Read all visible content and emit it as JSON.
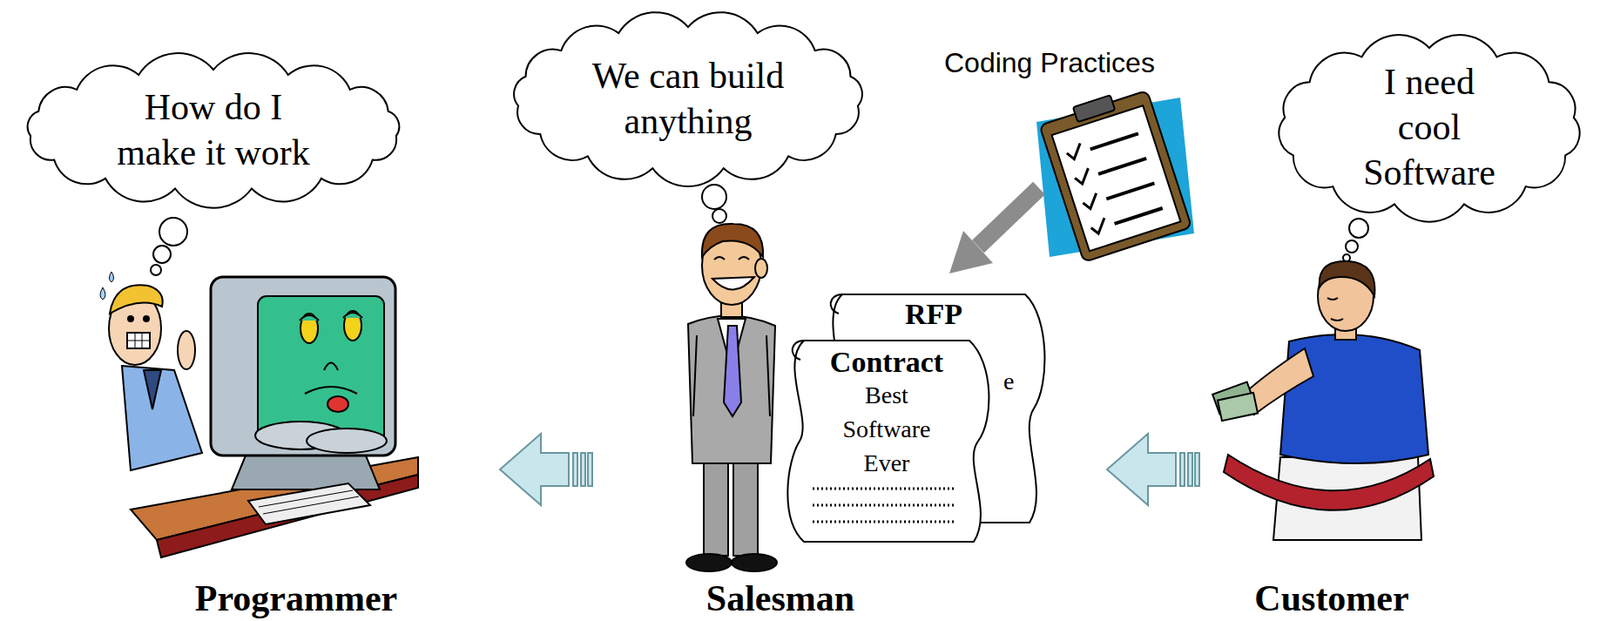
{
  "diagram": {
    "nodes": [
      {
        "text": [
          "How do I make it work"
        ]
      },
      {
        "text": [
          "We can build anything"
        ]
      },
      {
        "text": [
          "I need cool Software"
        ]
      },
      {
        "text": [
          "RFP"
        ]
      },
      {
        "text": [
          "Contract",
          "Best Software Ever"
        ]
      }
    ],
    "labels": [
      "Coding Practices",
      "e",
      "Programmer",
      "Salesman",
      "Customer"
    ]
  }
}
